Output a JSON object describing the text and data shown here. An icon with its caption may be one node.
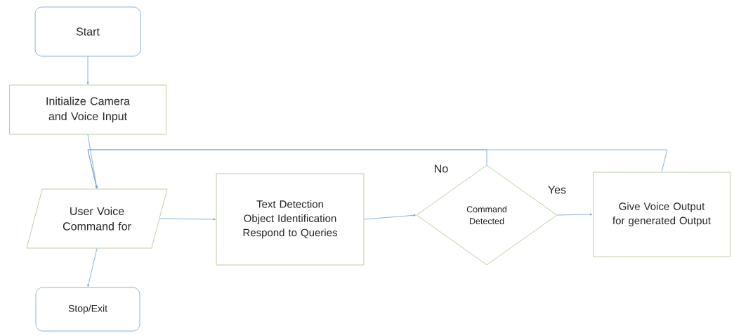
{
  "diagram": {
    "nodes": [
      {
        "text": [
          "Start"
        ]
      },
      {
        "text": [
          "Initialize Camera and Voice Input"
        ]
      },
      {
        "text": [
          "User Voice Command for"
        ]
      },
      {
        "text": [
          "Stop/Exit"
        ]
      },
      {
        "text": [
          "Text Detection",
          "Object Identification",
          "Respond to Queries"
        ]
      },
      {
        "text": [
          "Command Detected"
        ]
      },
      {
        "text": [
          "Give Voice Output for generated Output"
        ]
      }
    ],
    "edges": [
      {
        "from": 0,
        "to": 1,
        "arrow": "to"
      },
      {
        "from": 1,
        "to": 2,
        "arrow": "to"
      },
      {
        "from": 2,
        "to": 4,
        "arrow": "to"
      },
      {
        "from": 4,
        "to": 5,
        "arrow": "to"
      },
      {
        "from": 5,
        "to": 6,
        "arrow": "to",
        "label": "Yes"
      },
      {
        "from": 5,
        "to": 2,
        "arrow": "to",
        "label": "No"
      },
      {
        "from": 6,
        "to": 2,
        "arrow": "to"
      },
      {
        "from": 2,
        "to": 3,
        "arrow": "to"
      }
    ]
  }
}
